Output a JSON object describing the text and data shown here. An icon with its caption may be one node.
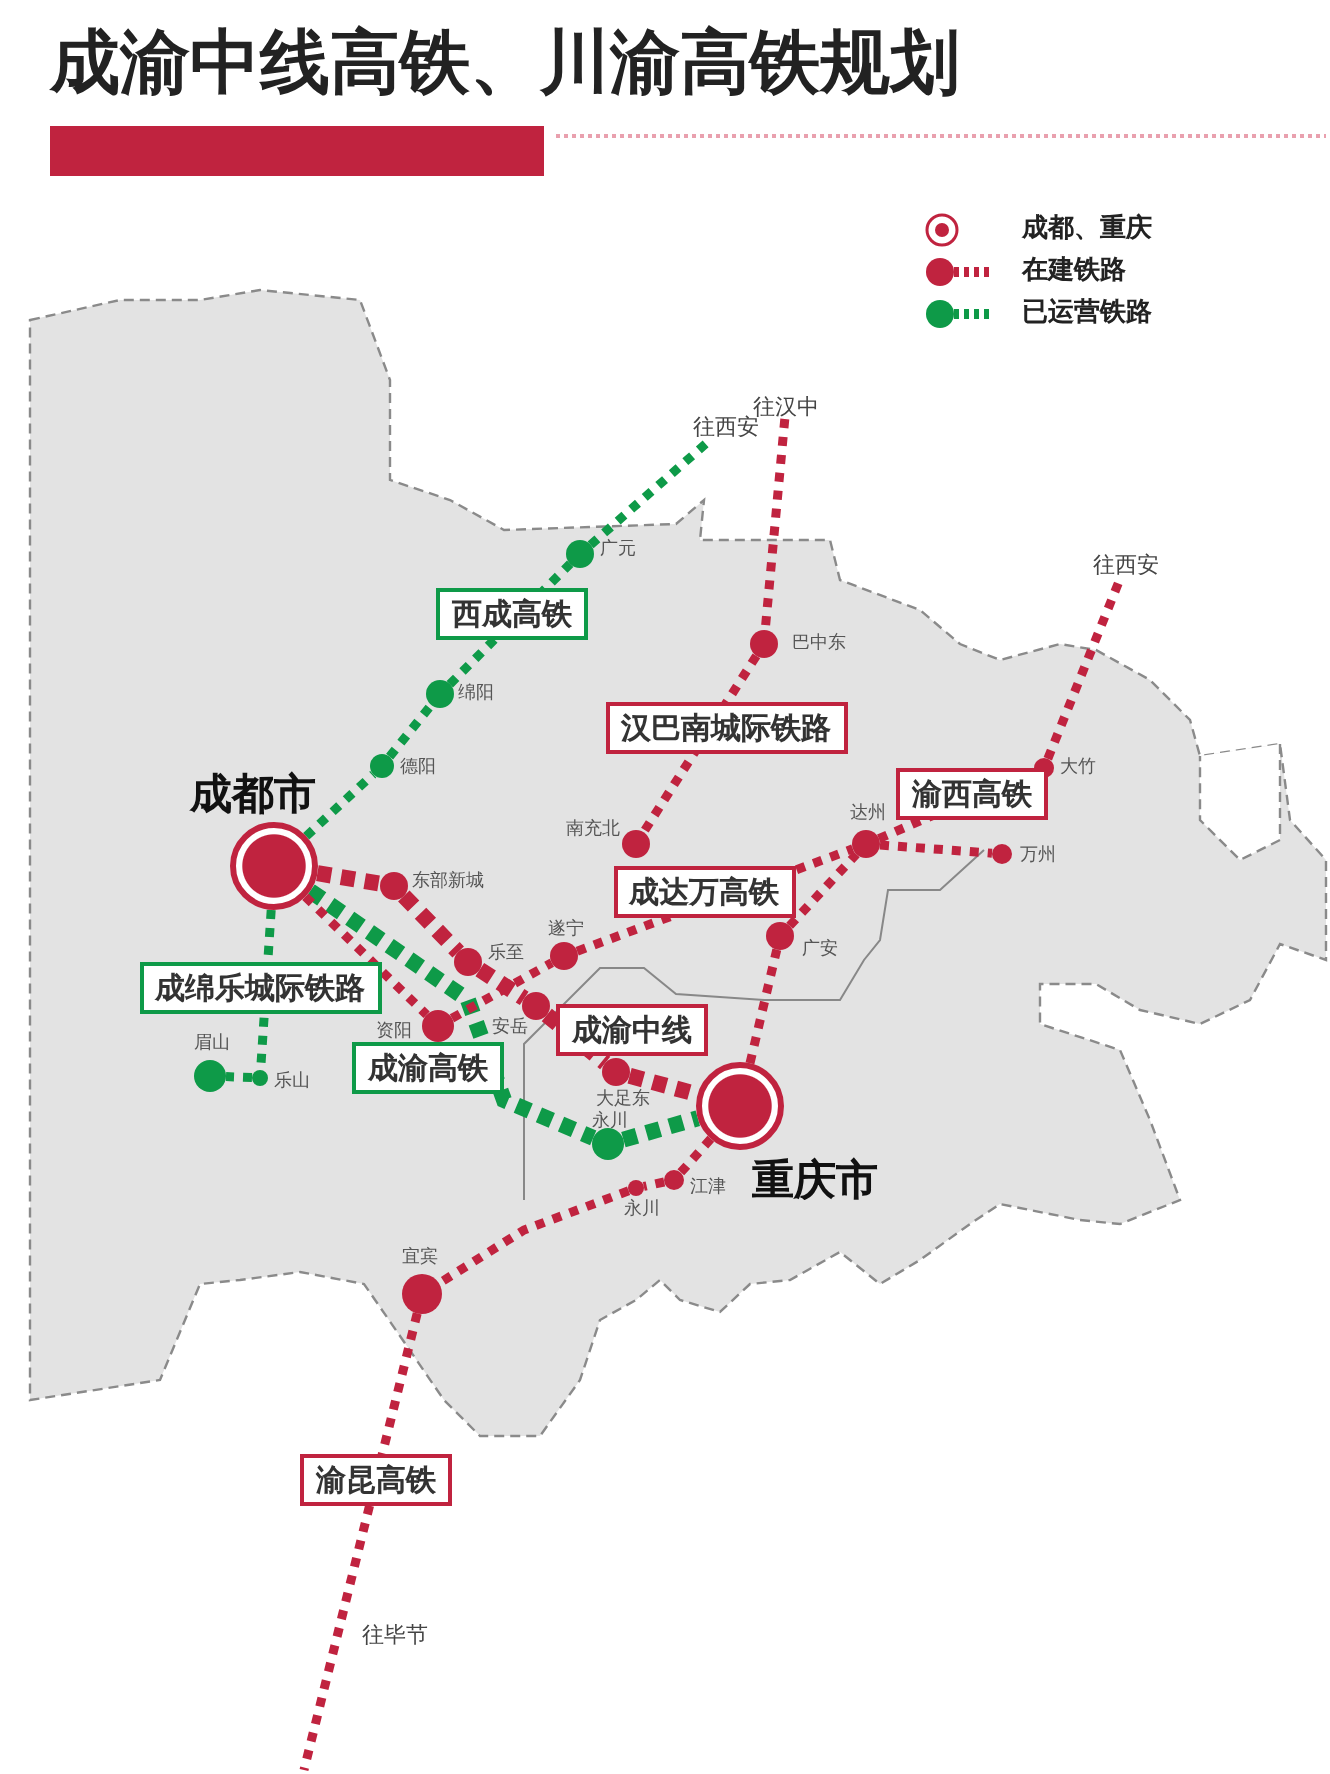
{
  "diagram": {
    "title": "成渝中线高铁、川渝高铁规划",
    "nodes": [
      {
        "text": [
          "往西安"
        ]
      },
      {
        "text": [
          "往汉中"
        ]
      },
      {
        "text": [],
        "shape": "circle",
        "beside": [
          "广元"
        ]
      },
      {
        "text": [
          "往西安"
        ]
      },
      {
        "text": [],
        "shape": "circle",
        "beside": [
          "巴中东"
        ]
      },
      {
        "text": [],
        "shape": "circle",
        "beside": [
          "绵阳"
        ]
      },
      {
        "text": [],
        "shape": "circle",
        "beside": [
          "德阳"
        ]
      },
      {
        "text": [],
        "shape": "circle",
        "beside": [
          "大竹"
        ]
      },
      {
        "text": [],
        "shape": "circle",
        "beside": [
          "成都市"
        ]
      },
      {
        "text": [],
        "shape": "circle",
        "beside": [
          "南充北"
        ]
      },
      {
        "text": [],
        "shape": "circle",
        "beside": [
          "达州"
        ]
      },
      {
        "text": [],
        "shape": "circle",
        "beside": [
          "万州"
        ]
      },
      {
        "text": [],
        "shape": "circle",
        "beside": [
          "东部新城"
        ]
      },
      {
        "text": [],
        "shape": "circle",
        "beside": [
          "遂宁"
        ]
      },
      {
        "text": [],
        "shape": "circle",
        "beside": [
          "乐至"
        ]
      },
      {
        "text": [],
        "shape": "circle",
        "beside": [
          "广安"
        ]
      },
      {
        "text": [],
        "shape": "circle",
        "beside": [
          "安岳"
        ]
      },
      {
        "text": [],
        "shape": "circle",
        "beside": [
          "资阳"
        ]
      },
      {
        "text": [],
        "shape": "circle",
        "beside": [
          "眉山"
        ]
      },
      {
        "text": [],
        "shape": "circle",
        "beside": [
          "乐山"
        ]
      },
      {
        "text": [],
        "shape": "circle",
        "beside": [
          "大足东"
        ]
      },
      {
        "text": [],
        "shape": "circle",
        "beside": [
          "重庆市"
        ]
      },
      {
        "text": [],
        "shape": "circle",
        "beside": [
          "永川"
        ]
      },
      {
        "text": [],
        "shape": "circle",
        "beside": [
          "江津"
        ]
      },
      {
        "text": [],
        "shape": "circle",
        "beside": [
          "永川"
        ]
      },
      {
        "text": [],
        "shape": "circle",
        "beside": [
          "宜宾"
        ]
      }
    ],
    "edges": [
      {
        "from": 8,
        "to": 6,
        "arrow": "none",
        "color": "#0e9a48"
      },
      {
        "from": 6,
        "to": 5,
        "arrow": "none",
        "color": "#0e9a48"
      },
      {
        "from": 5,
        "to": 2,
        "arrow": "none",
        "label": "西成高铁",
        "color": "#0e9a48"
      },
      {
        "from": 2,
        "to": 0,
        "arrow": "none",
        "color": "#0e9a48"
      },
      {
        "from": 8,
        "to": 19,
        "arrow": "none",
        "label": "成绵乐城际铁路",
        "color": "#0e9a48"
      },
      {
        "from": 19,
        "to": 18,
        "arrow": "none",
        "color": "#0e9a48"
      },
      {
        "from": 8,
        "to": 22,
        "arrow": "none",
        "label": "成渝高铁",
        "style": "dashed",
        "color": "#0e9a48"
      },
      {
        "from": 22,
        "to": 21,
        "arrow": "none",
        "style": "dashed",
        "color": "#0e9a48"
      },
      {
        "from": 1,
        "to": 4,
        "arrow": "none"
      },
      {
        "from": 4,
        "to": 9,
        "arrow": "none",
        "label": "汉巴南城际铁路"
      },
      {
        "from": 8,
        "to": 17,
        "arrow": "none"
      },
      {
        "from": 17,
        "to": 13,
        "arrow": "none"
      },
      {
        "from": 13,
        "to": 10,
        "arrow": "none",
        "label": "成达万高铁"
      },
      {
        "from": 10,
        "to": 11,
        "arrow": "none"
      },
      {
        "from": 21,
        "to": 15,
        "arrow": "none"
      },
      {
        "from": 15,
        "to": 10,
        "arrow": "none"
      },
      {
        "from": 10,
        "to": 7,
        "arrow": "none",
        "label": "渝西高铁"
      },
      {
        "from": 7,
        "to": 3,
        "arrow": "none"
      },
      {
        "from": 8,
        "to": 12,
        "arrow": "none",
        "style": "dashed"
      },
      {
        "from": 12,
        "to": 14,
        "arrow": "none",
        "style": "dashed"
      },
      {
        "from": 14,
        "to": 16,
        "arrow": "none",
        "style": "dashed"
      },
      {
        "from": 16,
        "to": 20,
        "arrow": "none",
        "label": "成渝中线",
        "style": "dashed"
      },
      {
        "from": 20,
        "to": 21,
        "arrow": "none",
        "style": "dashed"
      },
      {
        "from": 21,
        "to": 23,
        "arrow": "none"
      },
      {
        "from": 23,
        "to": 24,
        "arrow": "none"
      },
      {
        "from": 24,
        "to": 25,
        "arrow": "none"
      },
      {
        "from": 25,
        "to": null,
        "arrow": "none",
        "label": "渝昆高铁"
      }
    ],
    "labels": [
      "往毕节"
    ],
    "legend": [
      {
        "text": "成都、重庆"
      },
      {
        "text": "在建铁路"
      },
      {
        "text": "已运营铁路"
      }
    ]
  }
}
